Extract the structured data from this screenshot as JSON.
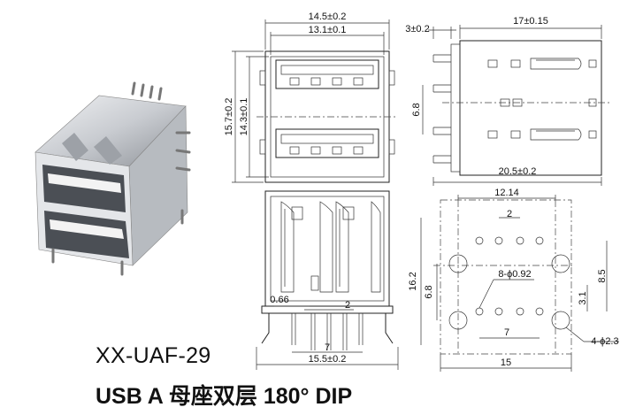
{
  "title": {
    "model": "XX-UAF-29",
    "description": "USB A 母座双层 180°  DIP"
  },
  "dimensions": {
    "front_width_outer": "14.5±0.2",
    "front_width_inner": "13.1±0.1",
    "front_height_outer": "15.7±0.2",
    "front_height_inner": "14.3±0.1",
    "side_offset": "3±0.2",
    "side_depth": "17±0.15",
    "side_center": "6.8",
    "side_length": "20.5±0.2",
    "bottom_pitch_small": "0.66",
    "bottom_pitch": "2",
    "bottom_pin_span": "7",
    "bottom_width": "15.5±0.2",
    "pcb_width": "12.14",
    "pcb_pitch": "2",
    "pcb_height": "16.2",
    "pcb_row_offset": "6.8",
    "pcb_pin_holes": "8-ϕ0.92",
    "pcb_right_height": "8.5",
    "pcb_right_small": "3.1",
    "pcb_pin_span": "7",
    "pcb_mount_holes": "4-ϕ2.3",
    "pcb_total_width": "15"
  },
  "colors": {
    "line": "#222222",
    "text": "#111111",
    "metal_light": "#dfe1e4",
    "metal_dark": "#8c9096"
  }
}
